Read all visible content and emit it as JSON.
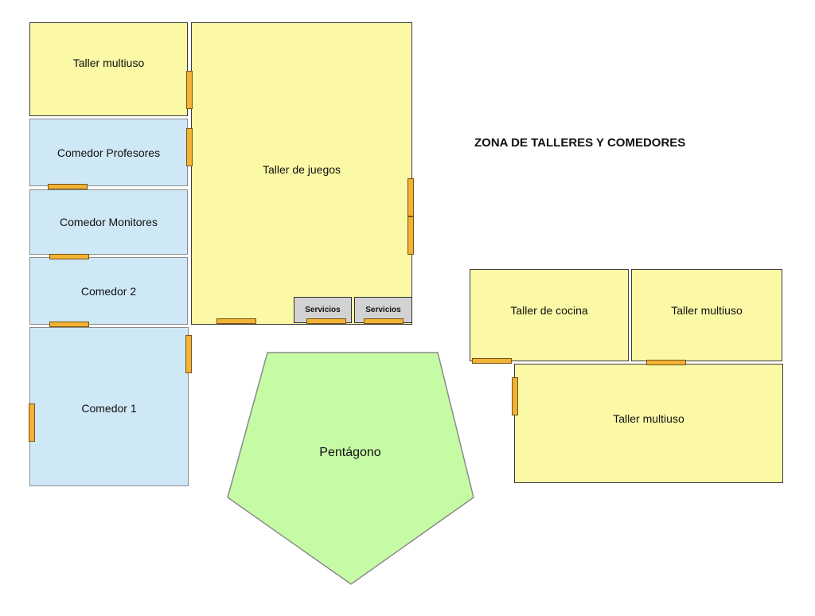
{
  "title": "ZONA DE TALLERES Y COMEDORES",
  "colors": {
    "taller": "#fbf8a6",
    "comedor": "#cfe8f6",
    "servicios": "#d2d2d2",
    "pentagono": "#c6fba6",
    "door": "#f2b233"
  },
  "rooms": {
    "taller_multiuso_top": "Taller multiuso",
    "comedor_profesores": "Comedor Profesores",
    "comedor_monitores": "Comedor Monitores",
    "comedor_2": "Comedor 2",
    "comedor_1": "Comedor 1",
    "taller_juegos": "Taller de juegos",
    "servicios_1": "Servicios",
    "servicios_2": "Servicios",
    "pentagono": "Pentágono",
    "taller_cocina": "Taller de cocina",
    "taller_multiuso_right": "Taller multiuso",
    "taller_multiuso_bottom": "Taller multiuso"
  }
}
